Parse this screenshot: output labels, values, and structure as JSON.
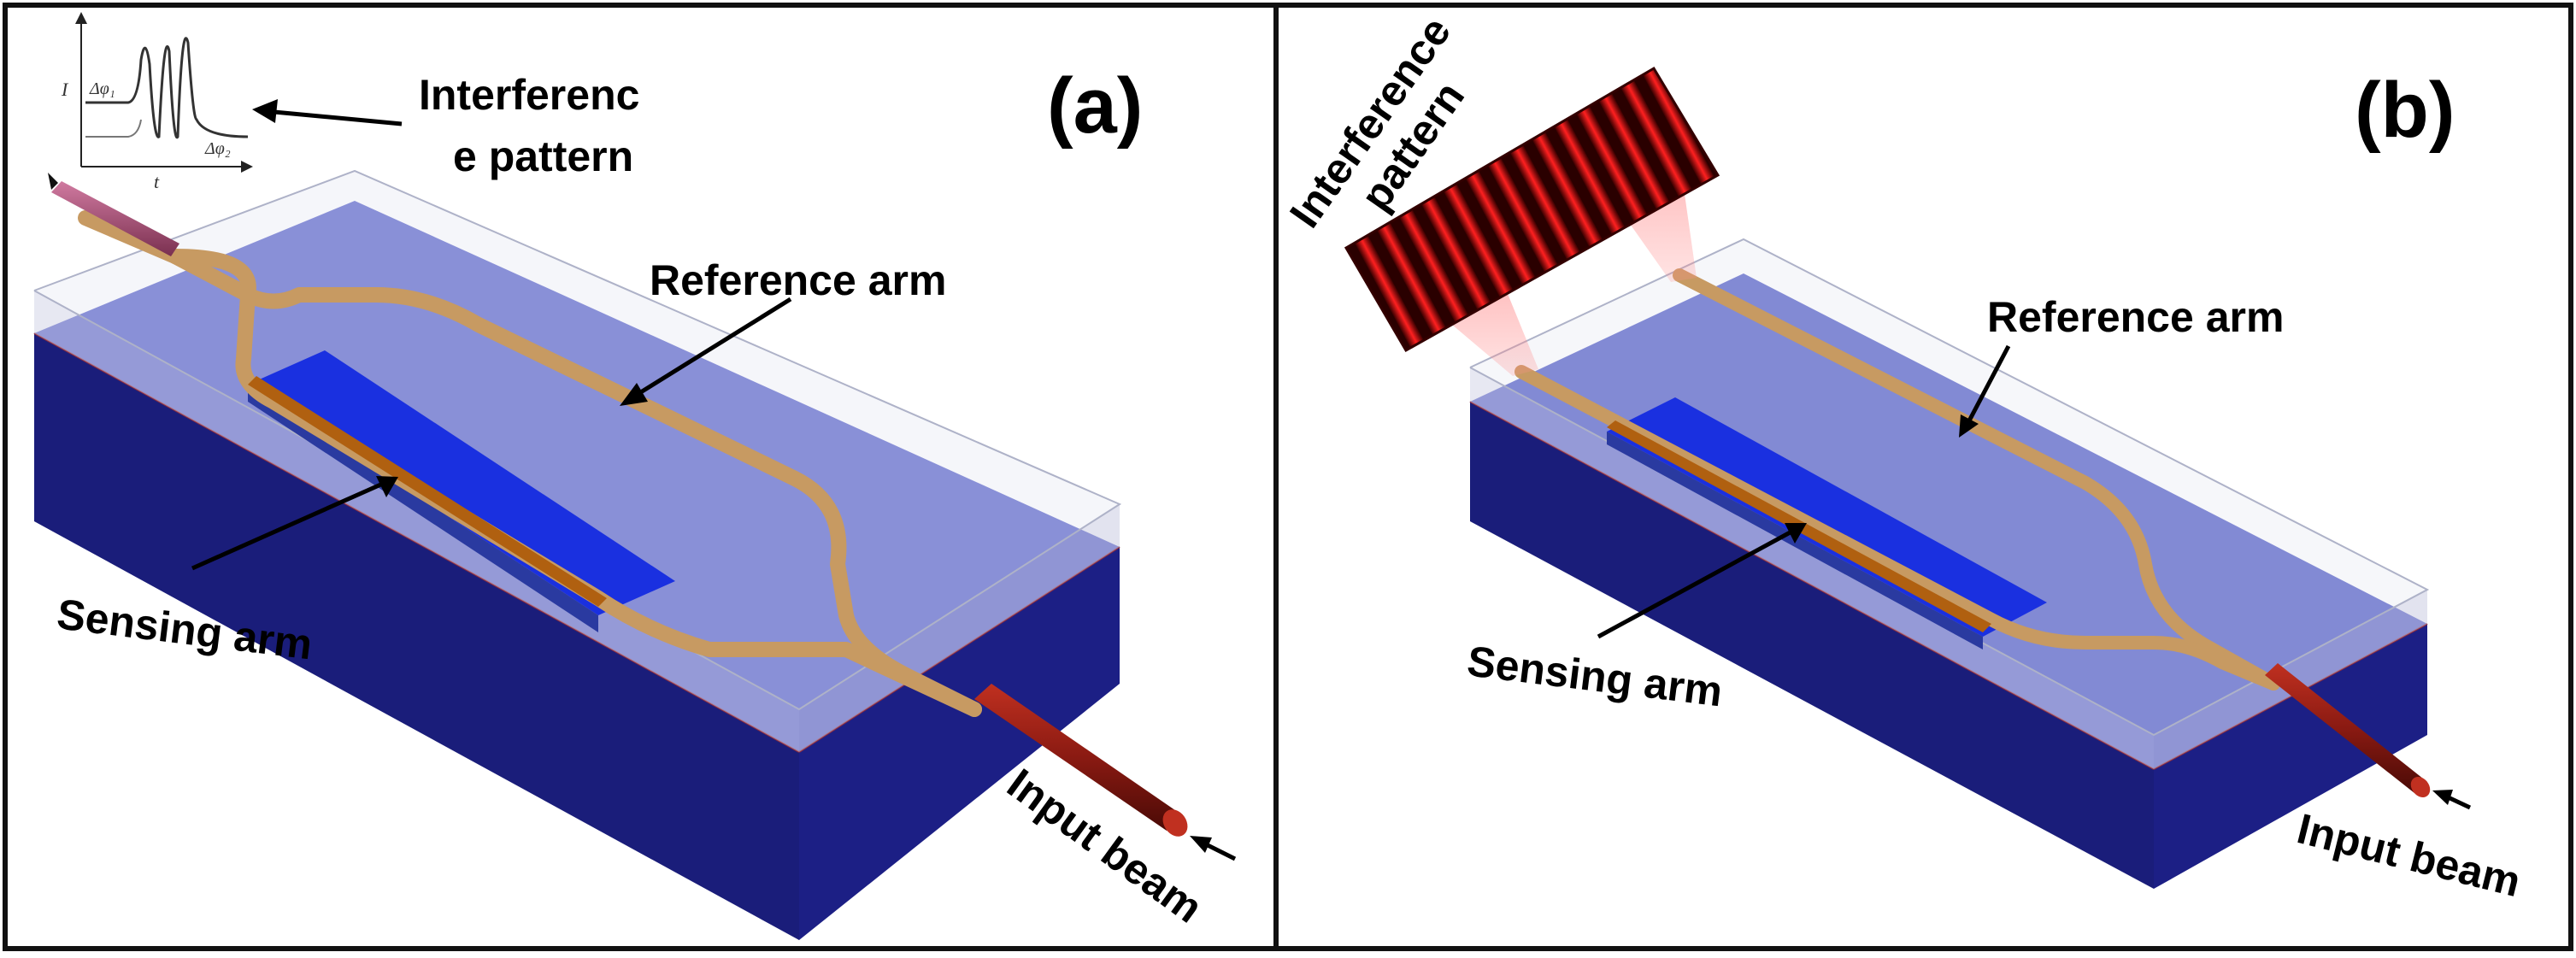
{
  "panels": [
    {
      "tag": "(a)",
      "labels": {
        "interference_line1": "Interferenc",
        "interference_line2": "e pattern",
        "reference_arm": "Reference arm",
        "sensing_arm": "Sensing arm",
        "input_beam": "Input beam"
      },
      "inset": {
        "y_axis": "I",
        "x_axis": "t",
        "left_level": "Δφ₁",
        "right_level": "Δφ₂"
      }
    },
    {
      "tag": "(b)",
      "labels": {
        "interference_line1": "Interference",
        "interference_line2": "pattern",
        "reference_arm": "Reference arm",
        "sensing_arm": "Sensing arm",
        "input_beam": "Input beam"
      }
    }
  ],
  "colors": {
    "substrate_top": "#5a63c9",
    "substrate_side": "#1c1f85",
    "substrate_front": "#15186a",
    "cladding": "#d9dcea",
    "waveguide": "#c79a62",
    "sensing_window": "#1a30e0",
    "input_fiber": "#8a1a12",
    "output_fiber": "#b0587f",
    "fringe_red": "#e01010"
  }
}
